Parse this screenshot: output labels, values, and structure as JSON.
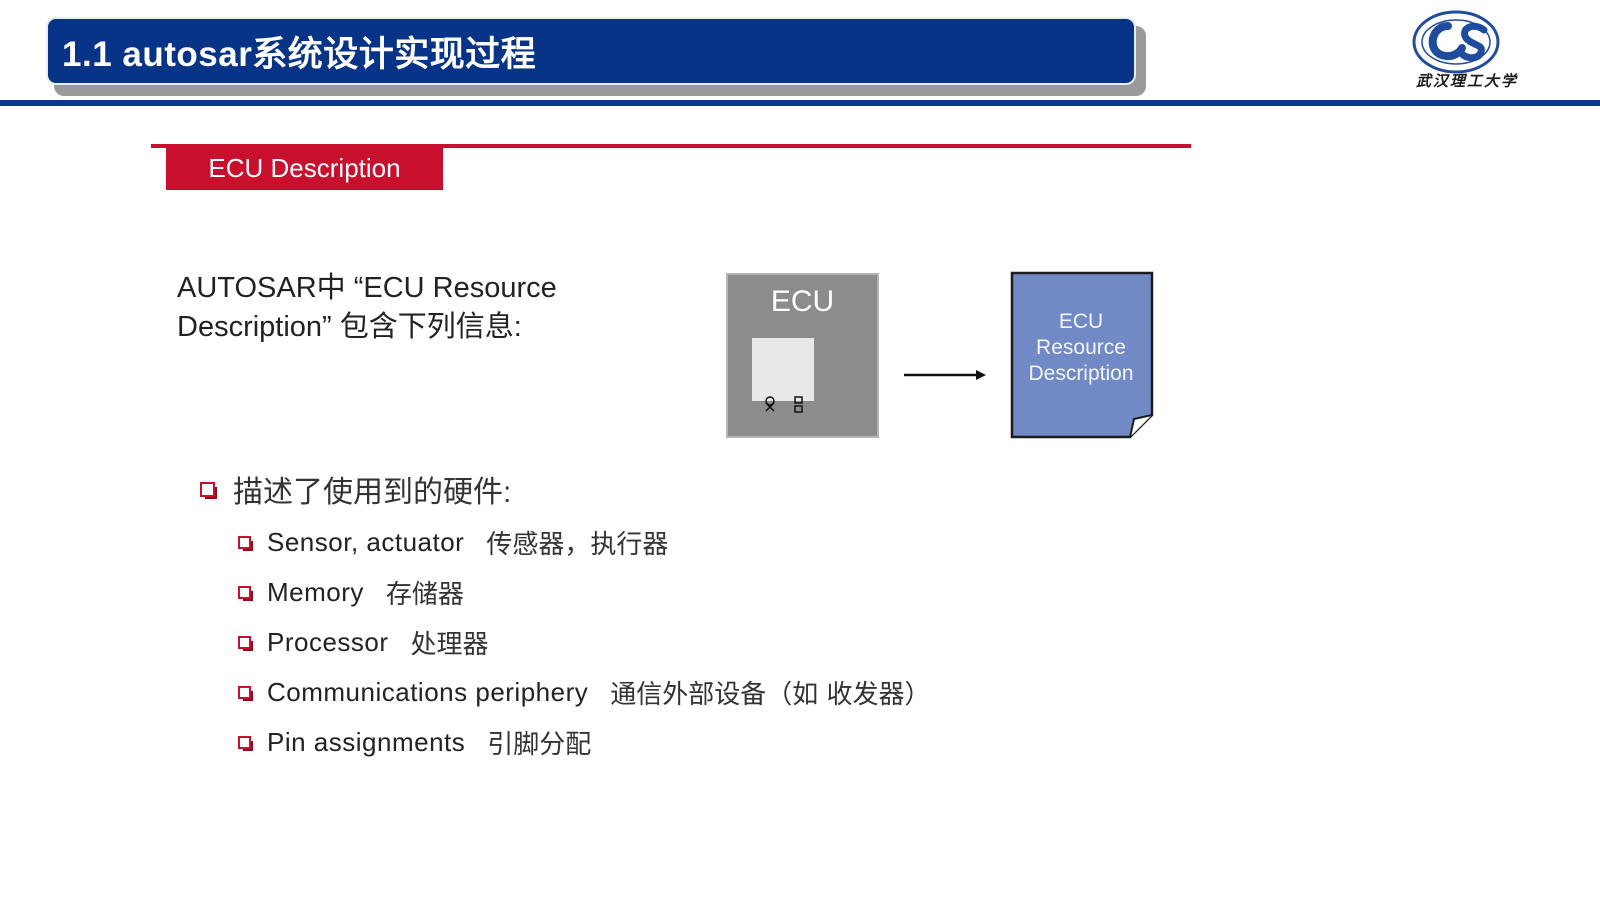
{
  "slide": {
    "title": "1.1  autosar系统设计实现过程",
    "logo_text": "武汉理工大学"
  },
  "section": {
    "heading": "ECU Description"
  },
  "intro": {
    "line1": "AUTOSAR中 “ECU Resource",
    "line2": "Description” 包含下列信息:"
  },
  "diagram": {
    "ecu_label": "ECU",
    "doc_line1": "ECU",
    "doc_line2": "Resource",
    "doc_line3": "Description",
    "ecu_color": "#8c8c8c",
    "doc_color": "#7189c4"
  },
  "bullets": {
    "main": "描述了使用到的硬件:",
    "items": [
      {
        "en": "Sensor, actuator",
        "zh": "传感器，执行器"
      },
      {
        "en": "Memory",
        "zh": "存储器"
      },
      {
        "en": "Processor",
        "zh": "处理器"
      },
      {
        "en": "Communications periphery",
        "zh": "通信外部设备（如 收发器）"
      },
      {
        "en": "Pin assignments",
        "zh": "引脚分配"
      }
    ]
  },
  "colors": {
    "title_bar": "#073486",
    "accent_red": "#c8102e"
  }
}
